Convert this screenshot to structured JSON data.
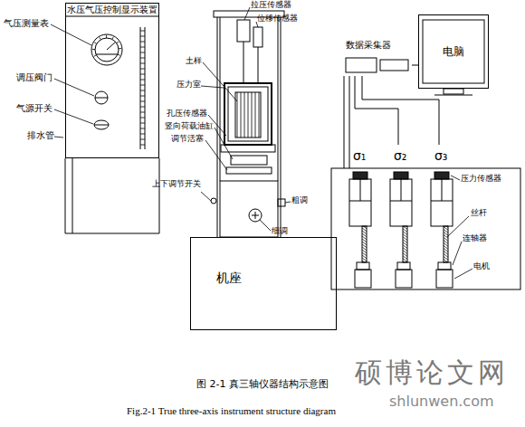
{
  "diagram": {
    "caption": "图 2-1 真三轴仪器结构示意图",
    "nodes": [
      {
        "text": [
          "水压气压控制显示装置"
        ]
      },
      {
        "text": [
          "数据采集器"
        ]
      },
      {
        "text": [
          "电脑"
        ]
      },
      {
        "text": [
          "机座"
        ]
      }
    ],
    "edges": [
      {
        "from": 1,
        "to": 2,
        "arrow": "none"
      }
    ],
    "labels": [
      "气压测量表",
      "调压阀门",
      "气源开关",
      "排水管",
      "拉压传感器",
      "位移传感器",
      "土样",
      "压力室",
      "孔压传感器",
      "竖向荷载油缸",
      "调节活塞",
      "上下调节开关",
      "粗调",
      "细调",
      "σ₁",
      "σ₂",
      "σ₃",
      "压力传感器",
      "丝杆",
      "连轴器",
      "电机",
      "Fig.2-1 True three-axis instrument structure diagram",
      "硕博论文网",
      "shlunwen.com"
    ]
  }
}
